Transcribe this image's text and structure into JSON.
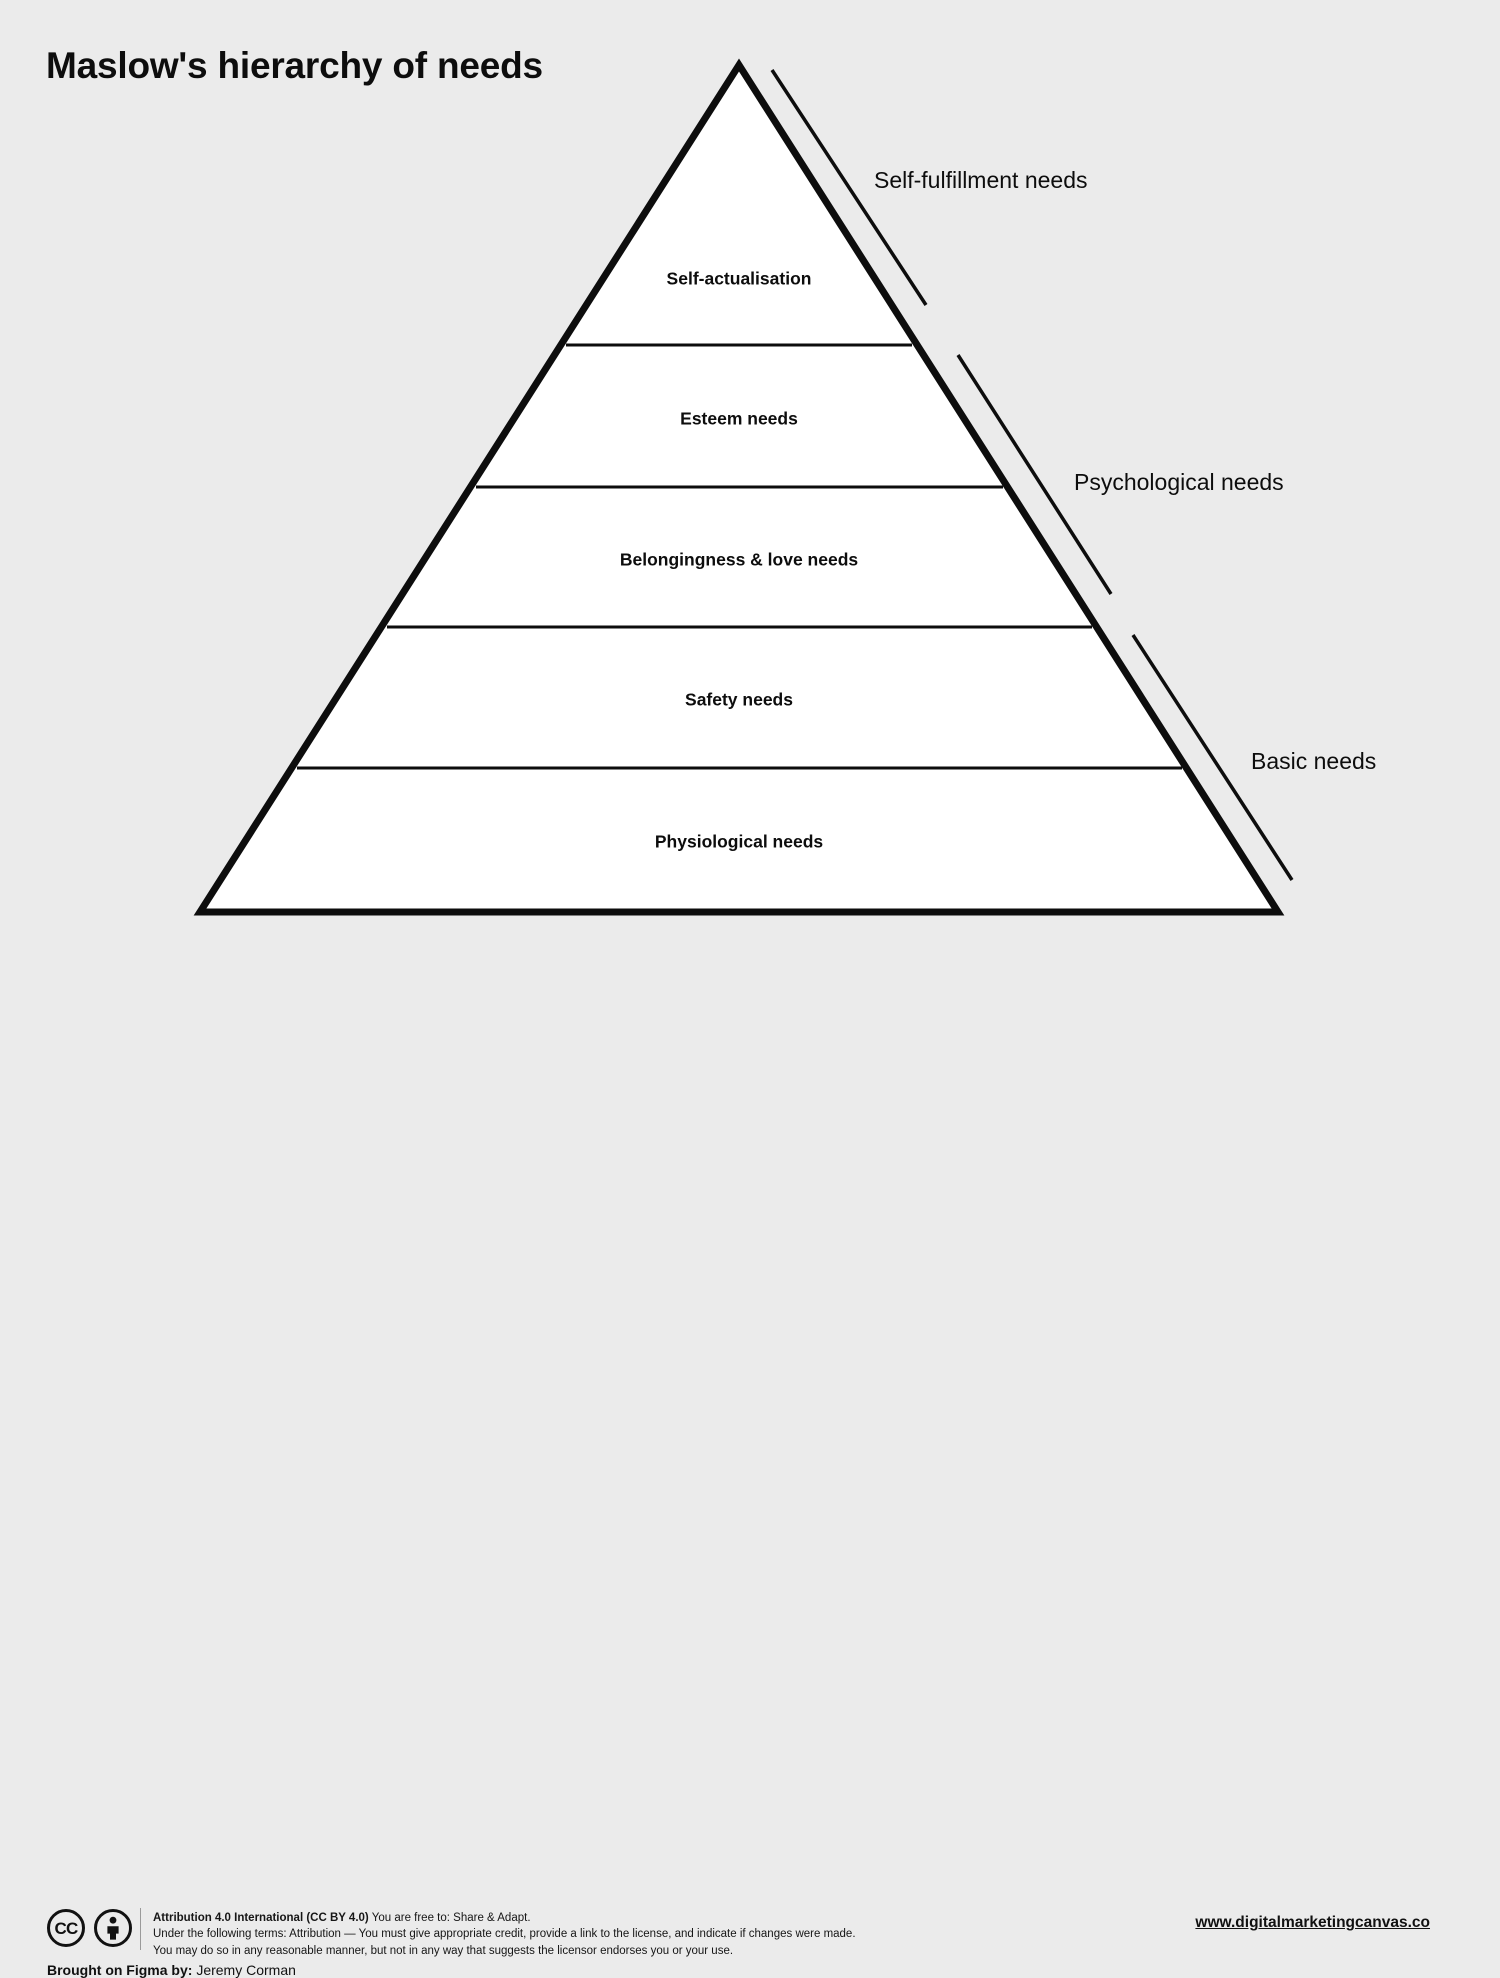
{
  "page": {
    "title": "Maslow's hierarchy of needs",
    "background_color": "#ebebeb",
    "ink_color": "#0d0d0d"
  },
  "chart_data": {
    "type": "pyramid",
    "title": "Maslow's hierarchy of needs",
    "orientation": "apex-top",
    "levels": [
      {
        "rank": 5,
        "label": "Self-actualisation",
        "group": "Self-fulfillment needs"
      },
      {
        "rank": 4,
        "label": "Esteem needs",
        "group": "Psychological needs"
      },
      {
        "rank": 3,
        "label": "Belongingness & love needs",
        "group": "Psychological needs"
      },
      {
        "rank": 2,
        "label": "Safety needs",
        "group": "Basic needs"
      },
      {
        "rank": 1,
        "label": "Physiological needs",
        "group": "Basic needs"
      }
    ],
    "groups": [
      {
        "name": "Self-fulfillment needs",
        "covers": [
          "Self-actualisation"
        ]
      },
      {
        "name": "Psychological needs",
        "covers": [
          "Esteem needs",
          "Belongingness & love needs"
        ]
      },
      {
        "name": "Basic needs",
        "covers": [
          "Safety needs",
          "Physiological needs"
        ]
      }
    ],
    "legend": "none",
    "grid": false
  },
  "pyramid": {
    "tiers": [
      {
        "label": "Self-actualisation"
      },
      {
        "label": "Esteem needs"
      },
      {
        "label": "Belongingness & love needs"
      },
      {
        "label": "Safety needs"
      },
      {
        "label": "Physiological needs"
      }
    ],
    "group_labels": [
      {
        "label": "Self-fulfillment needs"
      },
      {
        "label": "Psychological needs"
      },
      {
        "label": "Basic needs"
      }
    ]
  },
  "footer": {
    "cc_badge_text": "CC",
    "by_badge_name": "attribution-person-icon",
    "license": {
      "line1_bold": "Attribution 4.0 International (CC BY 4.0)",
      "line1_rest": " You are free to: Share & Adapt.",
      "line2": "Under the following terms: Attribution — You must give appropriate credit, provide a link to the license, and indicate if changes were made.",
      "line3": "You may do so in any reasonable manner, but not in any way that suggests the licensor endorses you or your use."
    },
    "brought_bold": "Brought on Figma by:",
    "brought_rest": " Jeremy Corman",
    "url": "www.digitalmarketingcanvas.co"
  }
}
